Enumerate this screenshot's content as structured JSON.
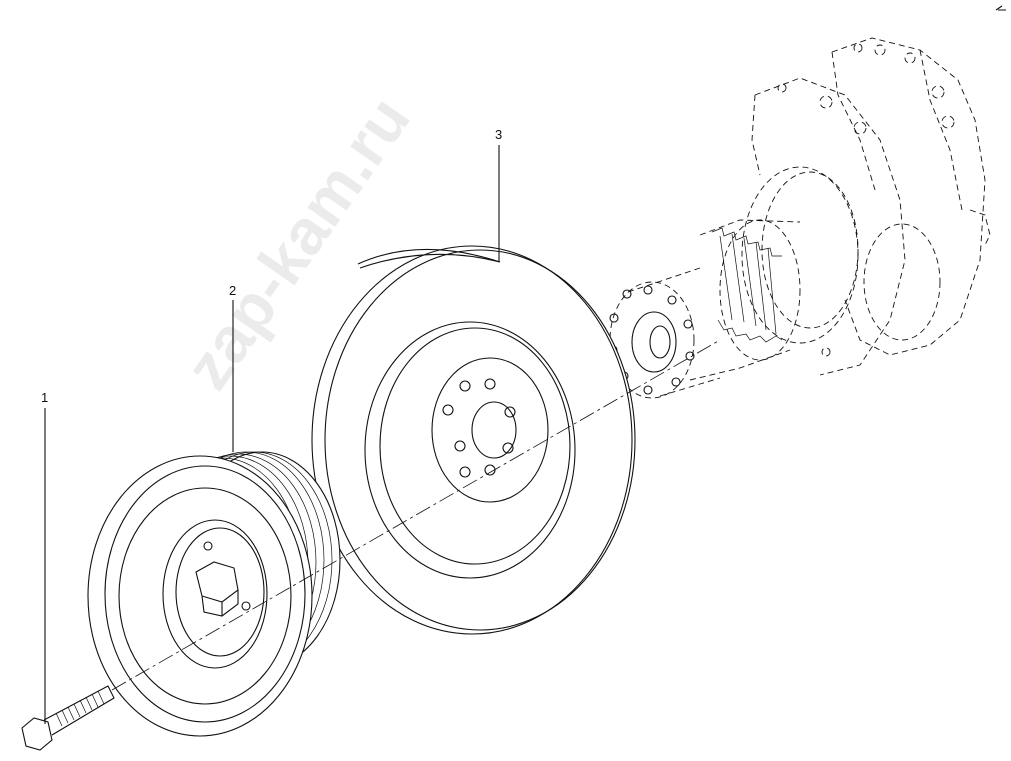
{
  "callouts": [
    {
      "number": "1",
      "part": "bolt"
    },
    {
      "number": "2",
      "part": "pulley"
    },
    {
      "number": "3",
      "part": "vibration-damper"
    }
  ],
  "watermark": "zap-kam.ru"
}
